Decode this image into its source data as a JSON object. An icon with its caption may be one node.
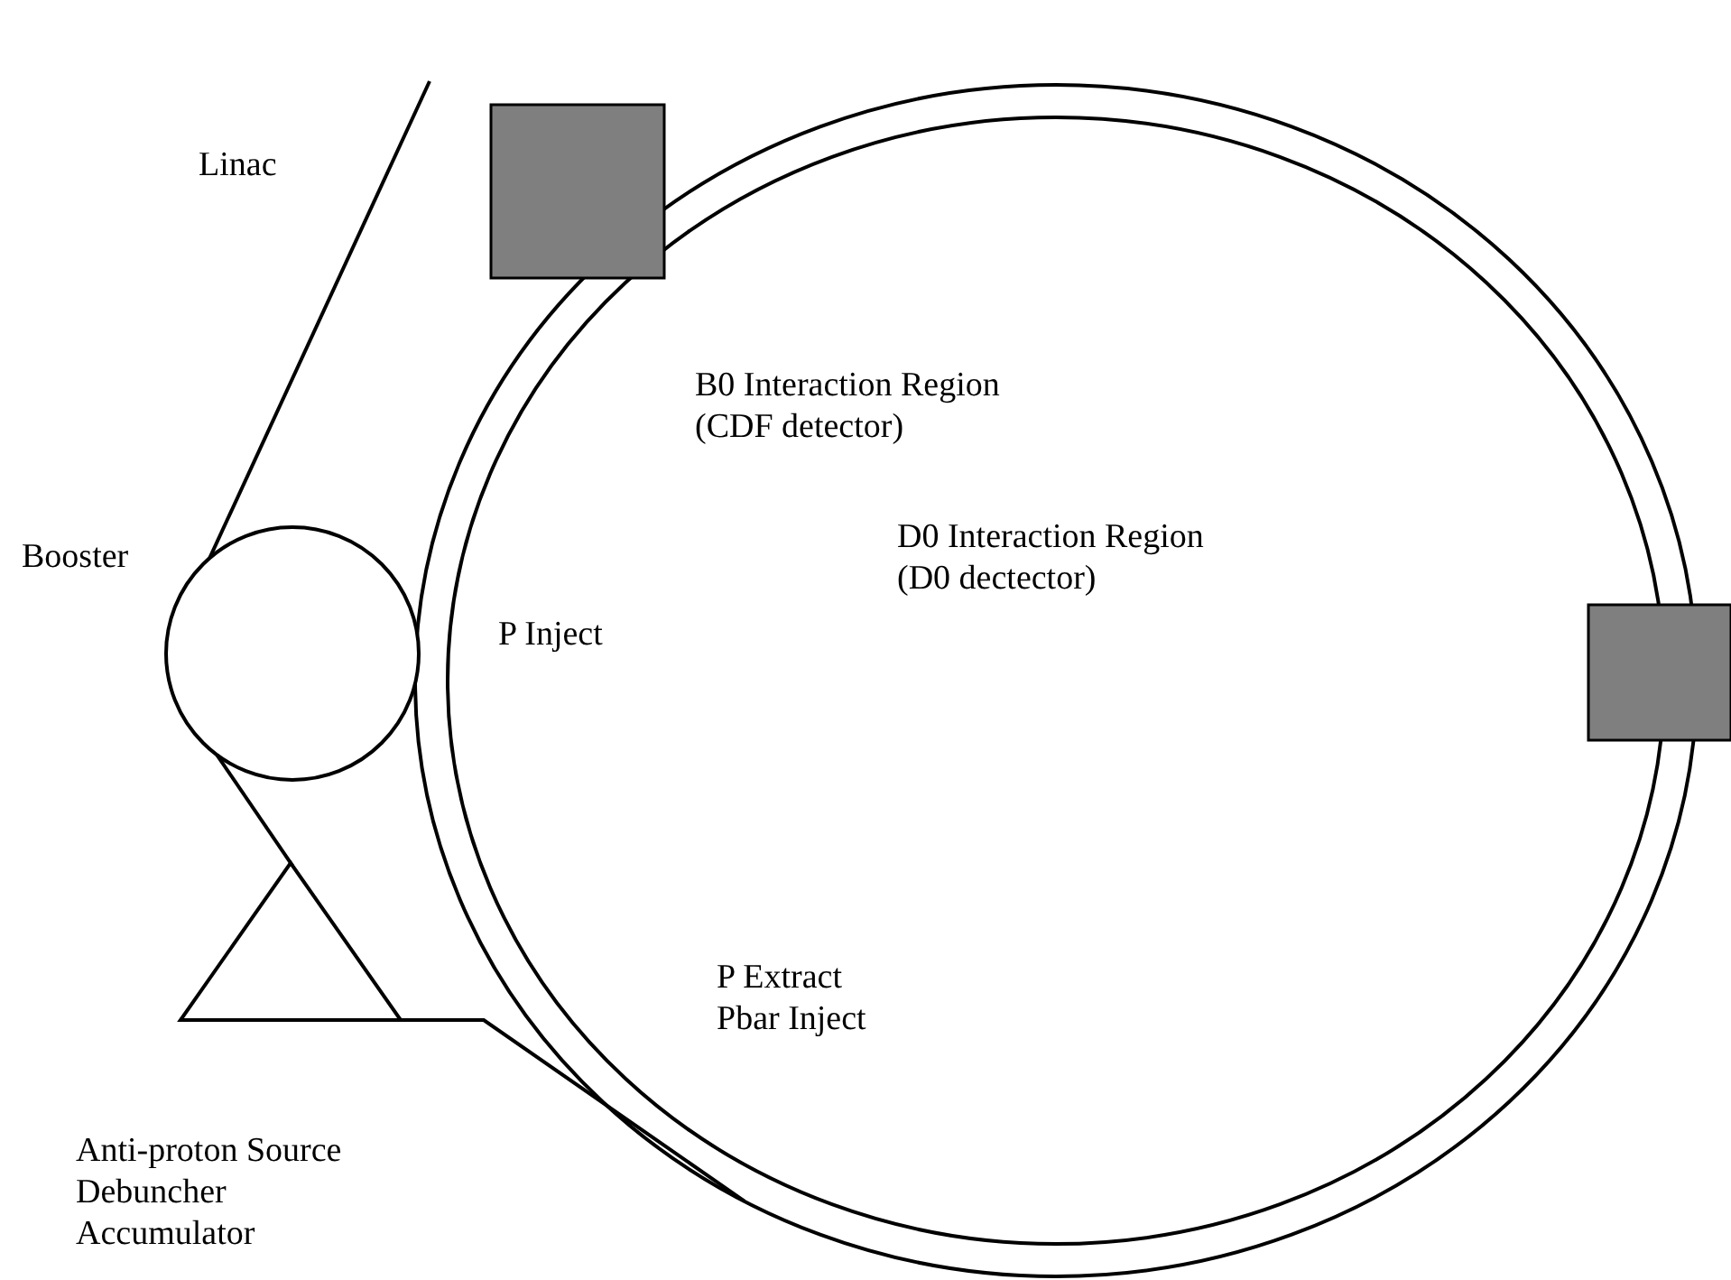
{
  "diagram": {
    "nodes": [
      {
        "text": [],
        "shape": "circle"
      },
      {
        "text": [],
        "shape": "box"
      },
      {
        "text": [],
        "shape": "circle",
        "beside": [
          "Booster"
        ]
      },
      {
        "text": [],
        "shape": "box"
      },
      {
        "text": [],
        "shape": "triangle",
        "beside": [
          "Anti-proton Source",
          "Debuncher",
          "Accumulator"
        ]
      }
    ],
    "edges": [
      {
        "from": null,
        "to": 2,
        "arrow": "none"
      },
      {
        "from": 2,
        "to": 4,
        "arrow": "none"
      },
      {
        "from": 4,
        "to": 0,
        "arrow": "none"
      }
    ],
    "labels": [
      "Linac",
      "B0 Interaction Region (CDF detector)",
      "D0 Interaction Region (D0 dectector)",
      "P Inject",
      "P Extract",
      "Pbar Inject"
    ]
  }
}
